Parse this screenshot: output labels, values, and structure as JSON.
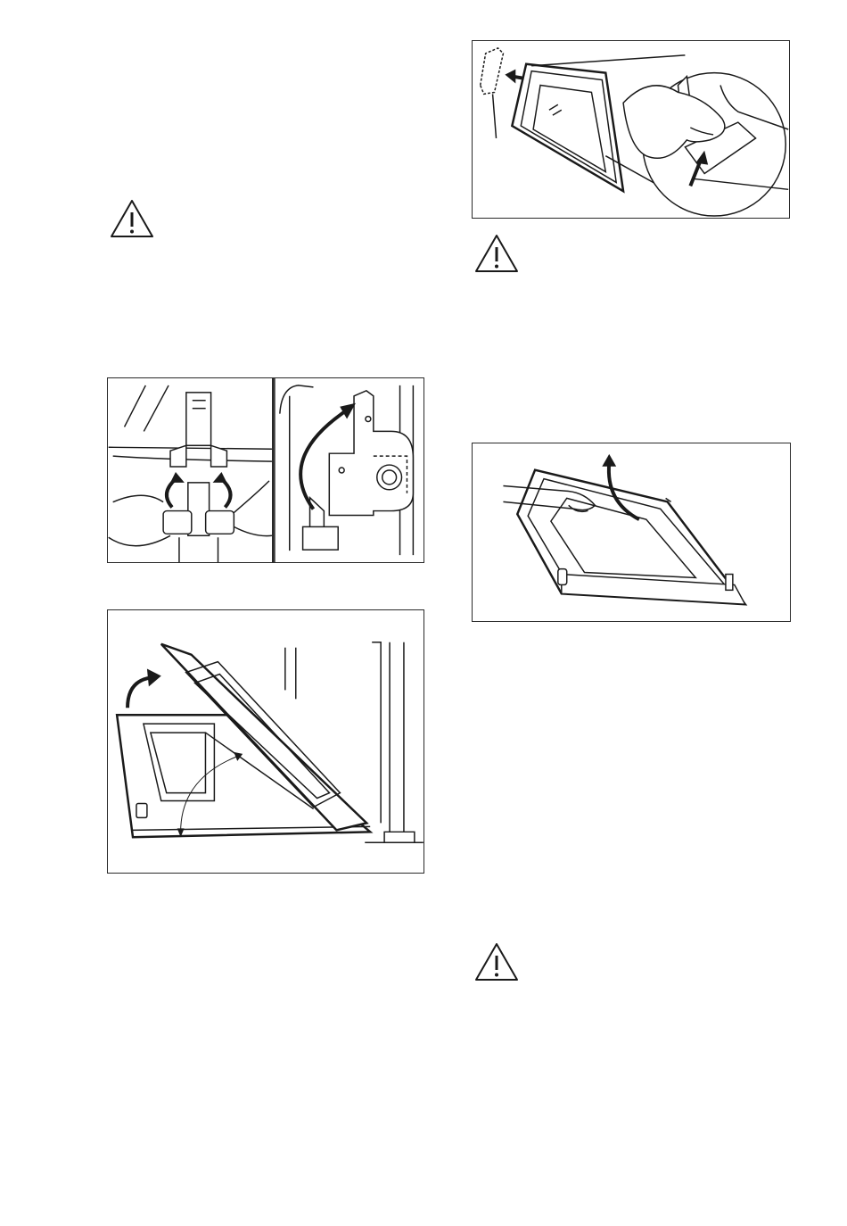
{
  "page": {
    "warning_icons": [
      "warning-triangle-icon",
      "warning-triangle-icon",
      "warning-triangle-icon"
    ],
    "figures": [
      "door-hinge-release-figure",
      "door-lift-off-figure",
      "inner-glass-panel-removal-figure",
      "door-trim-removal-figure"
    ],
    "colors": {
      "line": "#1a1a1a",
      "fill": "#ffffff",
      "shade": "#e6e6e6"
    }
  }
}
